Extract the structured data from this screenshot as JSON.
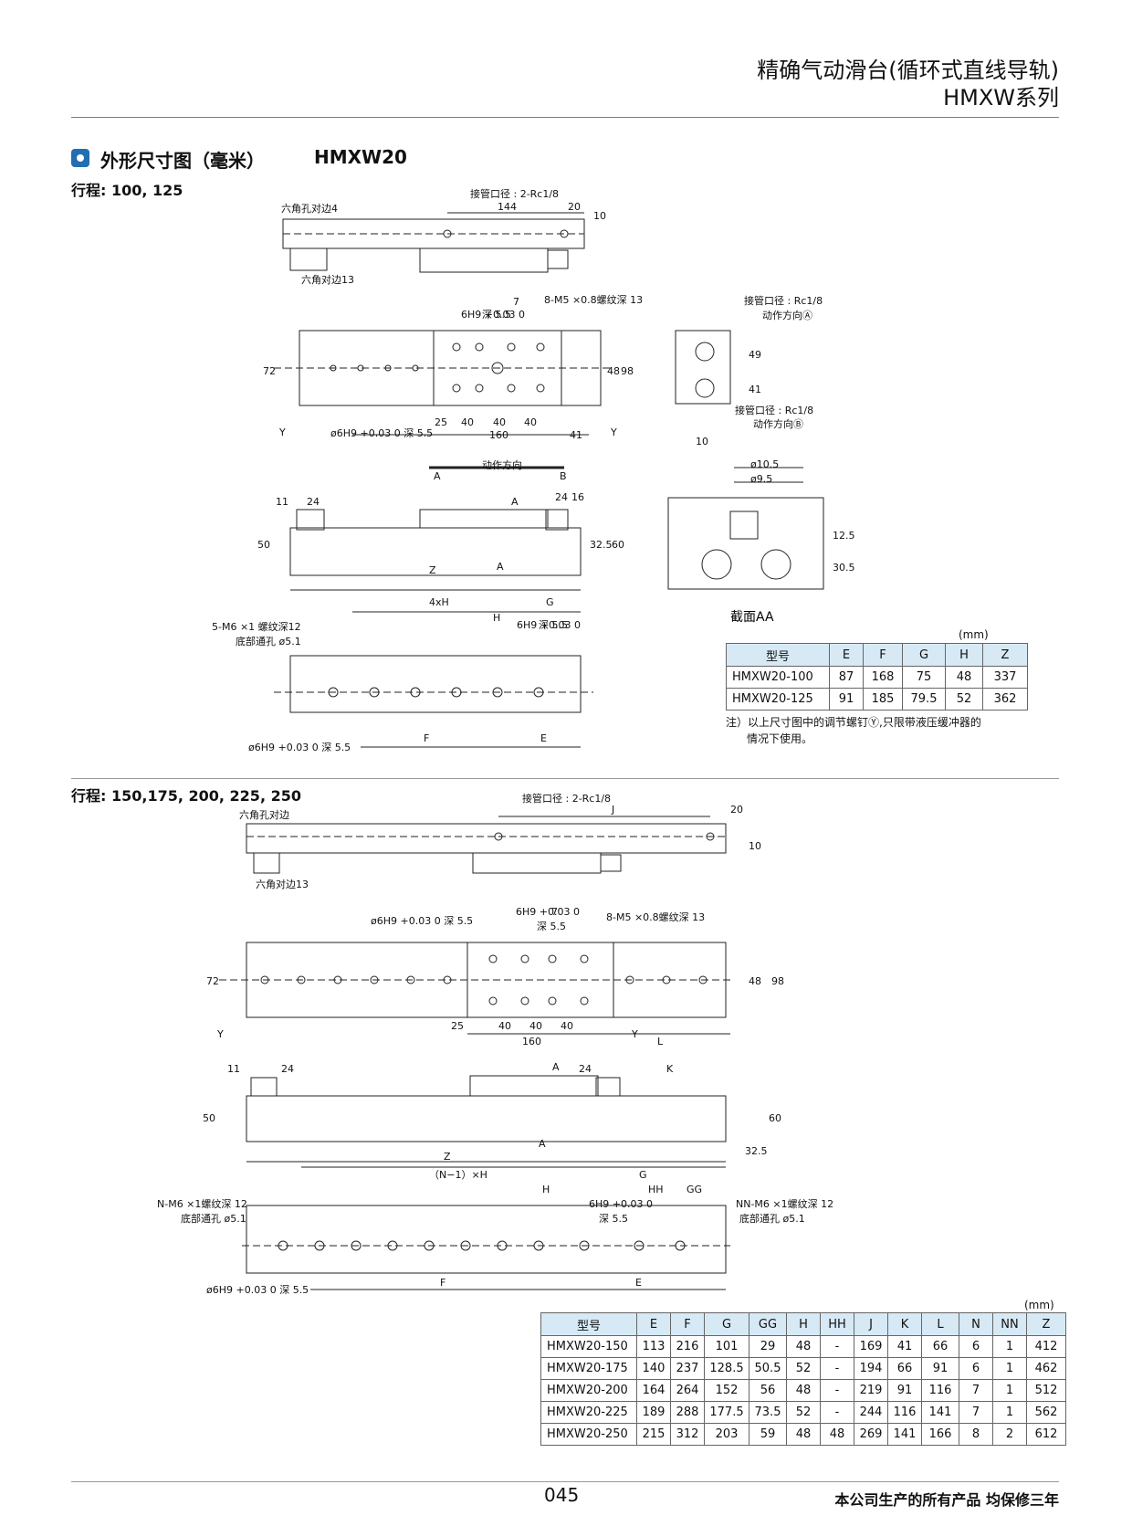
{
  "header": {
    "title": "精确气动滑台(循环式直线导轨)",
    "series": "HMXW系列"
  },
  "section": {
    "title": "外形尺寸图（毫米）",
    "model": "HMXW20"
  },
  "part1": {
    "stroke": "行程: 100, 125",
    "labels": {
      "hex4": "六角孔对边4",
      "hex13": "六角对边13",
      "port2": "接管口径 : 2-Rc1/8",
      "d144": "144",
      "d20": "20",
      "d10": "10",
      "m5": "8-M5 ×0.8螺纹深 13",
      "h9v": "6H9 +0.03 0",
      "deep55": "深 5.5",
      "d7": "7",
      "d72": "72",
      "d48": "48",
      "d98": "98",
      "bore": "ø6H9 +0.03 0 深 5.5",
      "d25": "25",
      "d40": "40",
      "d160": "160",
      "d41": "41",
      "y": "Y",
      "portA": "接管口径 : Rc1/8",
      "dirA": "动作方向Ⓐ",
      "portB": "接管口径 : Rc1/8",
      "dirB": "动作方向Ⓑ",
      "d49": "49",
      "d41b": "41",
      "motion": "动作方向",
      "cA": "A",
      "cB": "B",
      "d11": "11",
      "d24": "24",
      "d16": "16",
      "d50": "50",
      "d325": "32.5",
      "d60": "60",
      "z": "Z",
      "sa": "A",
      "phi105": "ø10.5",
      "phi95": "ø9.5",
      "d125": "12.5",
      "d305": "30.5",
      "section": "截面AA",
      "d4xh": "4xH",
      "g": "G",
      "h": "H",
      "m6": "5-M6 ×1 螺纹深12",
      "through": "底部通孔  ø5.1",
      "f": "F",
      "e": "E"
    },
    "table": {
      "unit": "(mm)",
      "headers": [
        "型号",
        "E",
        "F",
        "G",
        "H",
        "Z"
      ],
      "rows": [
        [
          "HMXW20-100",
          "87",
          "168",
          "75",
          "48",
          "337"
        ],
        [
          "HMXW20-125",
          "91",
          "185",
          "79.5",
          "52",
          "362"
        ]
      ]
    },
    "note1": "注）以上尺寸图中的调节螺钉Ⓨ,只限带液压缓冲器的",
    "note2": "情况下使用。"
  },
  "part2": {
    "stroke": "行程: 150,175, 200, 225, 250",
    "labels": {
      "port2": "接管口径 : 2-Rc1/8",
      "hex": "六角孔对边",
      "hex13": "六角对边13",
      "j": "J",
      "d20": "20",
      "d10": "10",
      "bore": "ø6H9 +0.03 0 深 5.5",
      "h9v": "6H9 +0.03 0",
      "deep55": "深 5.5",
      "d7": "7",
      "m5": "8-M5 ×0.8螺纹深 13",
      "d72": "72",
      "d48": "48",
      "d98": "98",
      "d25": "25",
      "d40": "40",
      "d160": "160",
      "l": "L",
      "y": "Y",
      "d11": "11",
      "d24": "24",
      "sa": "A",
      "k": "K",
      "d50": "50",
      "d60": "60",
      "d325": "32.5",
      "z": "Z",
      "nh": "（N−1）×H",
      "g": "G",
      "h": "H",
      "hh": "HH",
      "gg": "GG",
      "nm6": "N-M6 ×1螺纹深 12",
      "through": "底部通孔  ø5.1",
      "nnm6": "NN-M6 ×1螺纹深 12",
      "through2": "底部通孔  ø5.1",
      "f": "F",
      "e": "E"
    },
    "table": {
      "unit": "(mm)",
      "headers": [
        "型号",
        "E",
        "F",
        "G",
        "GG",
        "H",
        "HH",
        "J",
        "K",
        "L",
        "N",
        "NN",
        "Z"
      ],
      "rows": [
        [
          "HMXW20-150",
          "113",
          "216",
          "101",
          "29",
          "48",
          "-",
          "169",
          "41",
          "66",
          "6",
          "1",
          "412"
        ],
        [
          "HMXW20-175",
          "140",
          "237",
          "128.5",
          "50.5",
          "52",
          "-",
          "194",
          "66",
          "91",
          "6",
          "1",
          "462"
        ],
        [
          "HMXW20-200",
          "164",
          "264",
          "152",
          "56",
          "48",
          "-",
          "219",
          "91",
          "116",
          "7",
          "1",
          "512"
        ],
        [
          "HMXW20-225",
          "189",
          "288",
          "177.5",
          "73.5",
          "52",
          "-",
          "244",
          "116",
          "141",
          "7",
          "1",
          "562"
        ],
        [
          "HMXW20-250",
          "215",
          "312",
          "203",
          "59",
          "48",
          "48",
          "269",
          "141",
          "166",
          "8",
          "2",
          "612"
        ]
      ]
    }
  },
  "footer": {
    "page": "045",
    "warranty": "本公司生产的所有产品  均保修三年"
  }
}
